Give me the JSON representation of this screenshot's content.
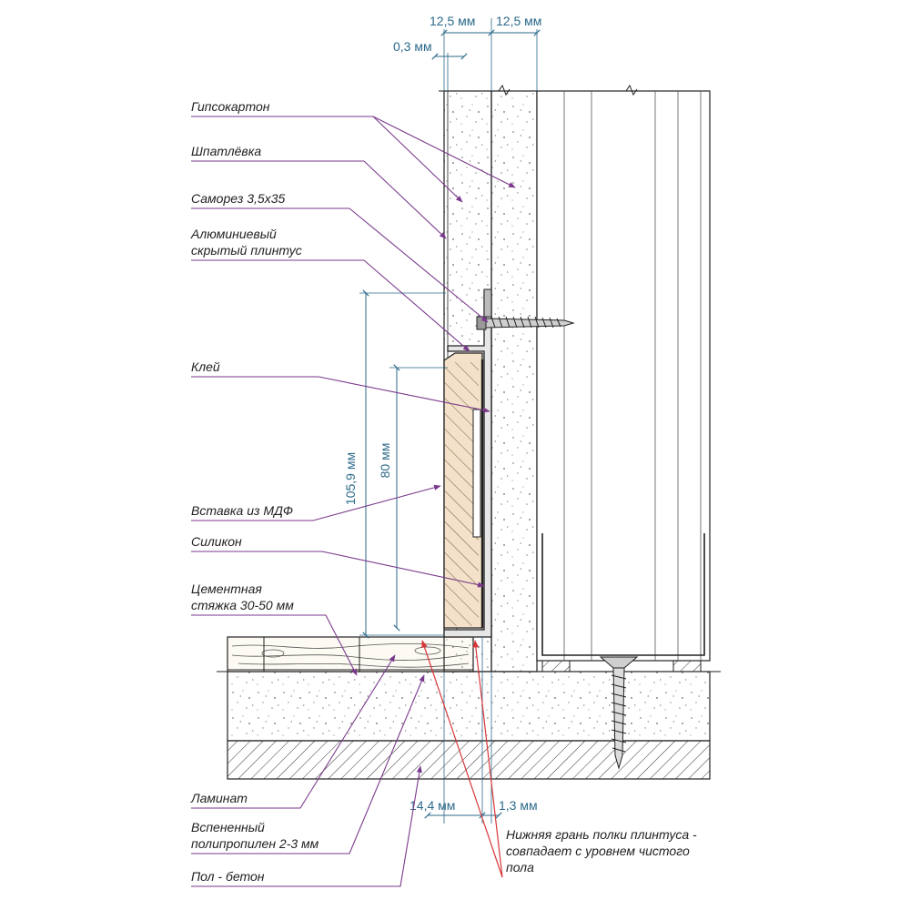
{
  "dimensions": {
    "top_a": "12,5 мм",
    "top_b": "12,5 мм",
    "putty": "0,3 мм",
    "height_total": "105,9 мм",
    "height_insert": "80 мм",
    "bottom_a": "14,4 мм",
    "bottom_b": "1,3 мм"
  },
  "labels": {
    "drywall": "Гипсокартон",
    "putty": "Шпатлёвка",
    "screw": "Саморез 3,5х35",
    "skirting_1": "Алюминиевый",
    "skirting_2": "скрытый плинтус",
    "glue": "Клей",
    "mdf_insert": "Вставка из МДФ",
    "silicone": "Силикон",
    "screed_1": "Цементная",
    "screed_2": "стяжка 30-50 мм",
    "laminate": "Ламинат",
    "underlay_1": "Вспененный",
    "underlay_2": "полипропилен 2-3 мм",
    "floor": "Пол - бетон",
    "note_1": "Нижняя грань полки плинтуса -",
    "note_2": "совпадает с уровнем чистого",
    "note_3": "пола"
  },
  "colors": {
    "leader": "#7a3a8c",
    "arrow_red": "#d8383a",
    "dimension": "#2c6a8a",
    "line": "#222222"
  }
}
